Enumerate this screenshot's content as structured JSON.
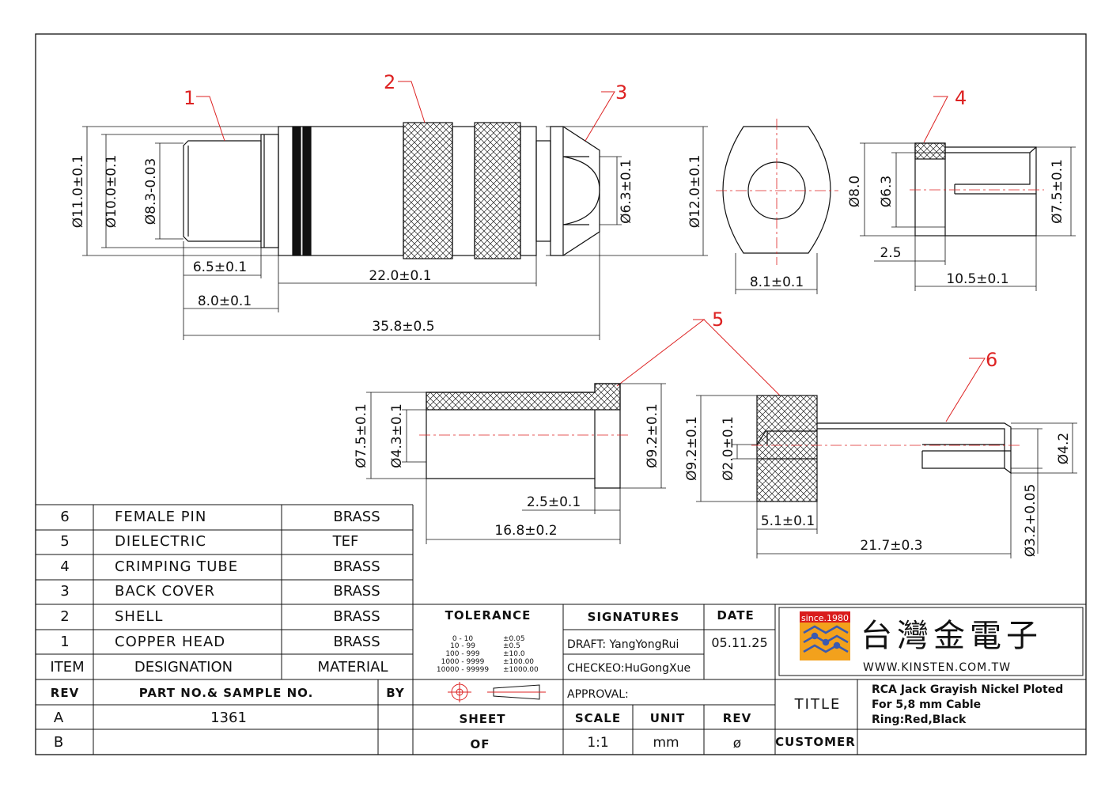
{
  "callouts": [
    "1",
    "2",
    "3",
    "4",
    "5",
    "6"
  ],
  "dimensions": {
    "copper_head": {
      "d1": "Ø11.0±0.1",
      "d2": "Ø10.0±0.1",
      "d3": "Ø8.3-0.03",
      "l1": "6.5±0.1",
      "l2": "22.0±0.1",
      "l3": "8.0±0.1",
      "l4": "35.8±0.5",
      "d4": "Ø6.3±0.1",
      "d5": "Ø12.0±0.1"
    },
    "side_view": {
      "w": "8.1±0.1"
    },
    "crimping_tube": {
      "d1": "Ø8.0",
      "d2": "Ø6.3",
      "d3": "Ø7.5±0.1",
      "l1": "2.5",
      "l2": "10.5±0.1"
    },
    "dielectric": {
      "d1": "Ø7.5±0.1",
      "d2": "Ø4.3±0.1",
      "d3": "Ø9.2±0.1",
      "l1": "2.5±0.1",
      "l2": "16.8±0.2"
    },
    "female_pin": {
      "d1": "Ø9.2±0.1",
      "d2": "Ø2.0±0.1",
      "d3": "Ø4.2",
      "d4": "Ø3.2+0.05",
      "l1": "5.1±0.1",
      "l2": "21.7±0.3"
    }
  },
  "bom": {
    "rows": [
      {
        "item": "6",
        "designation": "FEMALE PIN",
        "material": "BRASS"
      },
      {
        "item": "5",
        "designation": "DIELECTRIC",
        "material": "TEF"
      },
      {
        "item": "4",
        "designation": "CRIMPING TUBE",
        "material": "BRASS"
      },
      {
        "item": "3",
        "designation": "BACK COVER",
        "material": "BRASS"
      },
      {
        "item": "2",
        "designation": "SHELL",
        "material": "BRASS"
      },
      {
        "item": "1",
        "designation": "COPPER HEAD",
        "material": "BRASS"
      }
    ],
    "header": {
      "item": "ITEM",
      "designation": "DESIGNATION",
      "material": "MATERIAL"
    }
  },
  "title_block": {
    "rev_label": "REV",
    "part_label": "PART NO.& SAMPLE NO.",
    "by_label": "BY",
    "rev_a": "A",
    "rev_b": "B",
    "part_no": "1361",
    "tolerance_label": "TOLERANCE",
    "tolerance_rows": [
      {
        "range": "0 - 10",
        "tol": "±0.05"
      },
      {
        "range": "10 - 99",
        "tol": "±0.5"
      },
      {
        "range": "100 - 999",
        "tol": "±10.0"
      },
      {
        "range": "1000 - 9999",
        "tol": "±100.00"
      },
      {
        "range": "10000 - 99999",
        "tol": "±1000.00"
      }
    ],
    "signatures_label": "SIGNATURES",
    "date_label": "DATE",
    "draft": "DRAFT: YangYongRui",
    "checked": "CHECKEO:HuGongXue",
    "approval": "APPROVAL:",
    "date": "05.11.25",
    "sheet_label": "SHEET",
    "of_label": "OF",
    "scale_label": "SCALE",
    "scale": "1:1",
    "unit_label": "UNIT",
    "unit": "mm",
    "rev2_label": "REV",
    "rev_symbol": "ø",
    "title_label": "TITLE",
    "customer_label": "CUSTOMER",
    "title_lines": [
      "RCA Jack Grayish Nickel Ploted",
      "For 5,8 mm Cable",
      "Ring:Red,Black"
    ]
  },
  "logo": {
    "since": "since.1980",
    "company": "台灣金電子",
    "url": "WWW.KINSTEN.COM.TW"
  },
  "colors": {
    "callout": "#d22222",
    "logo_bg": "#f3a11c",
    "logo_chain": "#3a5ab0"
  }
}
